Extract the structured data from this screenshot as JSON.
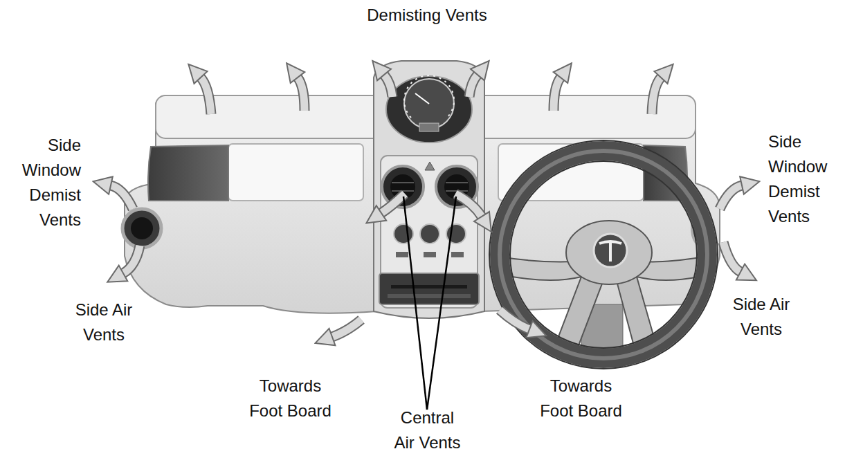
{
  "diagram": {
    "labels": [
      "Demisting Vents",
      "Side Window Demist Vents",
      "Side Window Demist Vents",
      "Side Air Vents",
      "Side Air Vents",
      "Towards Foot Board",
      "Towards Foot Board",
      "Central Air Vents"
    ]
  }
}
